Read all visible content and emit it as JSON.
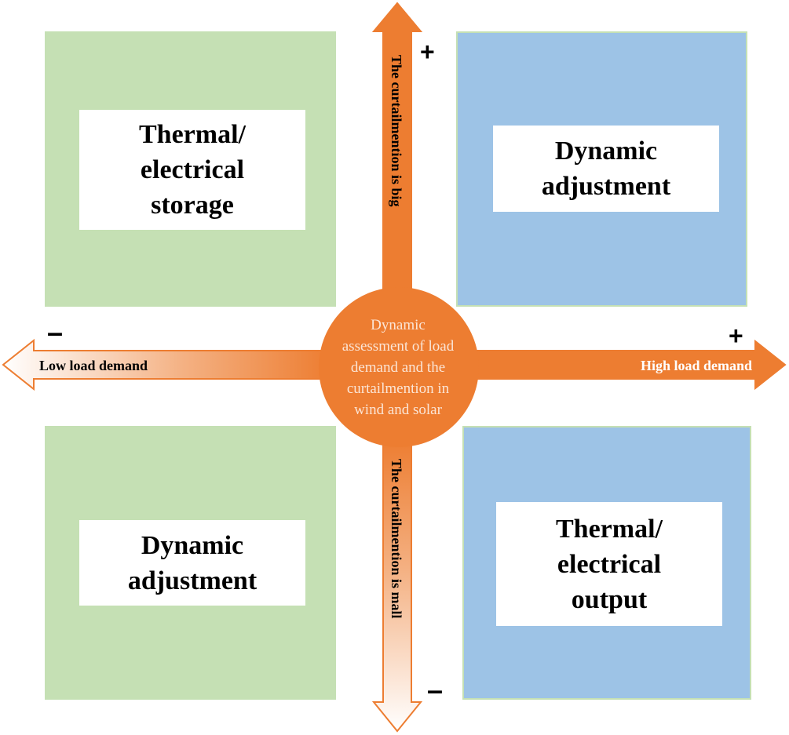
{
  "quadrants": {
    "top_left": "Thermal/\nelectrical\nstorage",
    "top_right": "Dynamic\nadjustment",
    "bottom_left": "Dynamic\nadjustment",
    "bottom_right": "Thermal/\nelectrical\noutput"
  },
  "center": {
    "line1": "Dynamic",
    "line2": "assessment of load",
    "line3": "demand and the",
    "line4": "curtailmention in",
    "line5": "wind and solar"
  },
  "axes": {
    "x_left_label": "Low load demand",
    "x_right_label": "High load demand",
    "y_up_label": "The curtailmention is big",
    "y_down_label": "The curtailmention is mall"
  },
  "signs": {
    "top_plus": "+",
    "right_plus": "+",
    "left_minus": "–",
    "bottom_minus": "–"
  },
  "colors": {
    "green": "#c5e0b4",
    "blue": "#9dc3e6",
    "orange": "#ed7d31"
  }
}
